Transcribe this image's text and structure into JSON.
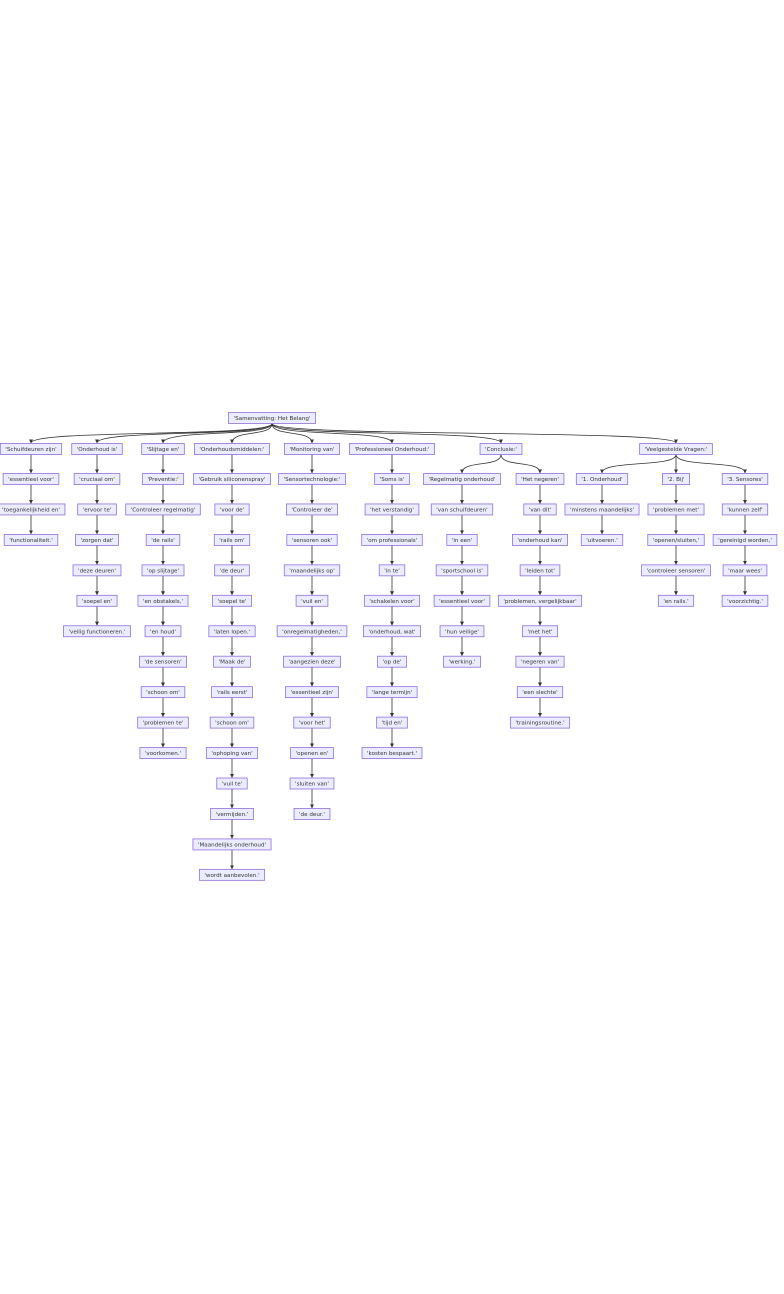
{
  "colors": {
    "node_fill": "#ECECFF",
    "node_stroke": "#9370DB",
    "edge": "#333333",
    "text": "#333333"
  },
  "root": "'Samenvatting: Het Belang'",
  "branches": [
    {
      "label": "'Schuifdeuren zijn'",
      "chains": [
        [
          "'essentieel voor'",
          "'toegankelijkheid en'",
          "'functionaliteit.'"
        ]
      ]
    },
    {
      "label": "'Onderhoud is'",
      "chains": [
        [
          "'cruciaal om'",
          "'ervoor te'",
          "'zorgen dat'",
          "'deze deuren'",
          "'soepel en'",
          "'veilig functioneren.'"
        ]
      ]
    },
    {
      "label": "'Slijtage en'",
      "chains": [
        [
          "'Preventie:'",
          "'Controleer regelmatig'",
          "'de rails'",
          "'op slijtage'",
          "'en obstakels,'",
          "'en houd'",
          "'de sensoren'",
          "'schoon om'",
          "'problemen te'",
          "'voorkomen.'"
        ]
      ]
    },
    {
      "label": "'Onderhoudsmiddelen:'",
      "chains": [
        [
          "'Gebruik siliconenspray'",
          "'voor de'",
          "'rails om'",
          "'de deur'",
          "'soepel te'",
          "'laten lopen.'",
          "'Maak de'",
          "'rails eerst'",
          "'schoon om'",
          "'ophoping van'",
          "'vuil te'",
          "'vermijden.'",
          "'Maandelijks onderhoud'",
          "'wordt aanbevolen.'"
        ]
      ]
    },
    {
      "label": "'Monitoring van'",
      "chains": [
        [
          "'Sensortechnologie:'",
          "'Controleer de'",
          "'sensoren ook'",
          "'maandelijks op'",
          "'vuil en'",
          "'onregelmatigheden,'",
          "'aangezien deze'",
          "'essentieel zijn'",
          "'voor het'",
          "'openen en'",
          "'sluiten van'",
          "'de deur.'"
        ]
      ]
    },
    {
      "label": "'Professioneel Onderhoud:'",
      "chains": [
        [
          "'Soms is'",
          "'het verstandig'",
          "'om professionals'",
          "'in te'",
          "'schakelen voor'",
          "'onderhoud, wat'",
          "'op de'",
          "'lange termijn'",
          "'tijd en'",
          "'kosten bespaart.'"
        ]
      ]
    },
    {
      "label": "'Conclusie:'",
      "chains": [
        [
          "'Regelmatig onderhoud'",
          "'van schuifdeuren'",
          "'in een'",
          "'sportschool is'",
          "'essentieel voor'",
          "'hun veilige'",
          "'werking.'"
        ],
        [
          "'Het negeren'",
          "'van dit'",
          "'onderhoud kan'",
          "'leiden tot'",
          "'problemen, vergelijkbaar'",
          "'met het'",
          "'negeren van'",
          "'een slechte'",
          "'trainingsroutine.'"
        ]
      ]
    },
    {
      "label": "'Veelgestelde Vragen:'",
      "chains": [
        [
          "'1. Onderhoud'",
          "'minstens maandelijks'",
          "'uitvoeren.'"
        ],
        [
          "'2. Bij'",
          "'problemen met'",
          "'openen/sluiten,'",
          "'controleer sensoren'",
          "'en rails.'"
        ],
        [
          "'3. Sensores'",
          "'kunnen zelf'",
          "'gereinigd worden,'",
          "'maar wees'",
          "'voorzichtig.'"
        ]
      ]
    }
  ]
}
